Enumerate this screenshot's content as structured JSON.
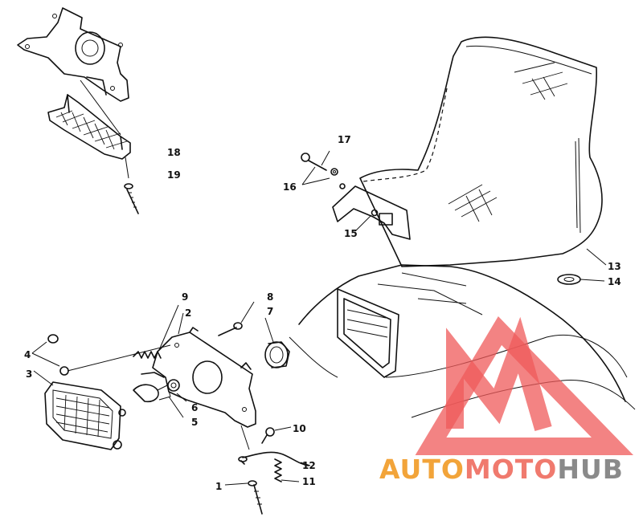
{
  "diagram": {
    "callouts": [
      {
        "id": "1",
        "label": "1"
      },
      {
        "id": "2",
        "label": "2"
      },
      {
        "id": "3",
        "label": "3"
      },
      {
        "id": "4",
        "label": "4"
      },
      {
        "id": "5",
        "label": "5"
      },
      {
        "id": "6",
        "label": "6"
      },
      {
        "id": "7",
        "label": "7"
      },
      {
        "id": "8",
        "label": "8"
      },
      {
        "id": "9",
        "label": "9"
      },
      {
        "id": "10",
        "label": "10"
      },
      {
        "id": "11",
        "label": "11"
      },
      {
        "id": "12",
        "label": "12"
      },
      {
        "id": "13",
        "label": "13"
      },
      {
        "id": "14",
        "label": "14"
      },
      {
        "id": "15",
        "label": "15"
      },
      {
        "id": "16",
        "label": "16"
      },
      {
        "id": "17",
        "label": "17"
      },
      {
        "id": "18",
        "label": "18"
      },
      {
        "id": "19",
        "label": "19"
      }
    ]
  },
  "watermark": {
    "text_part1": "AUTO",
    "text_part2": "MOTO",
    "text_part3": "HUB",
    "colors": {
      "part1": "#f2a43a",
      "part2": "#f07a6e",
      "part3": "#8a8a8a",
      "mark": "#ef5a5a"
    }
  }
}
